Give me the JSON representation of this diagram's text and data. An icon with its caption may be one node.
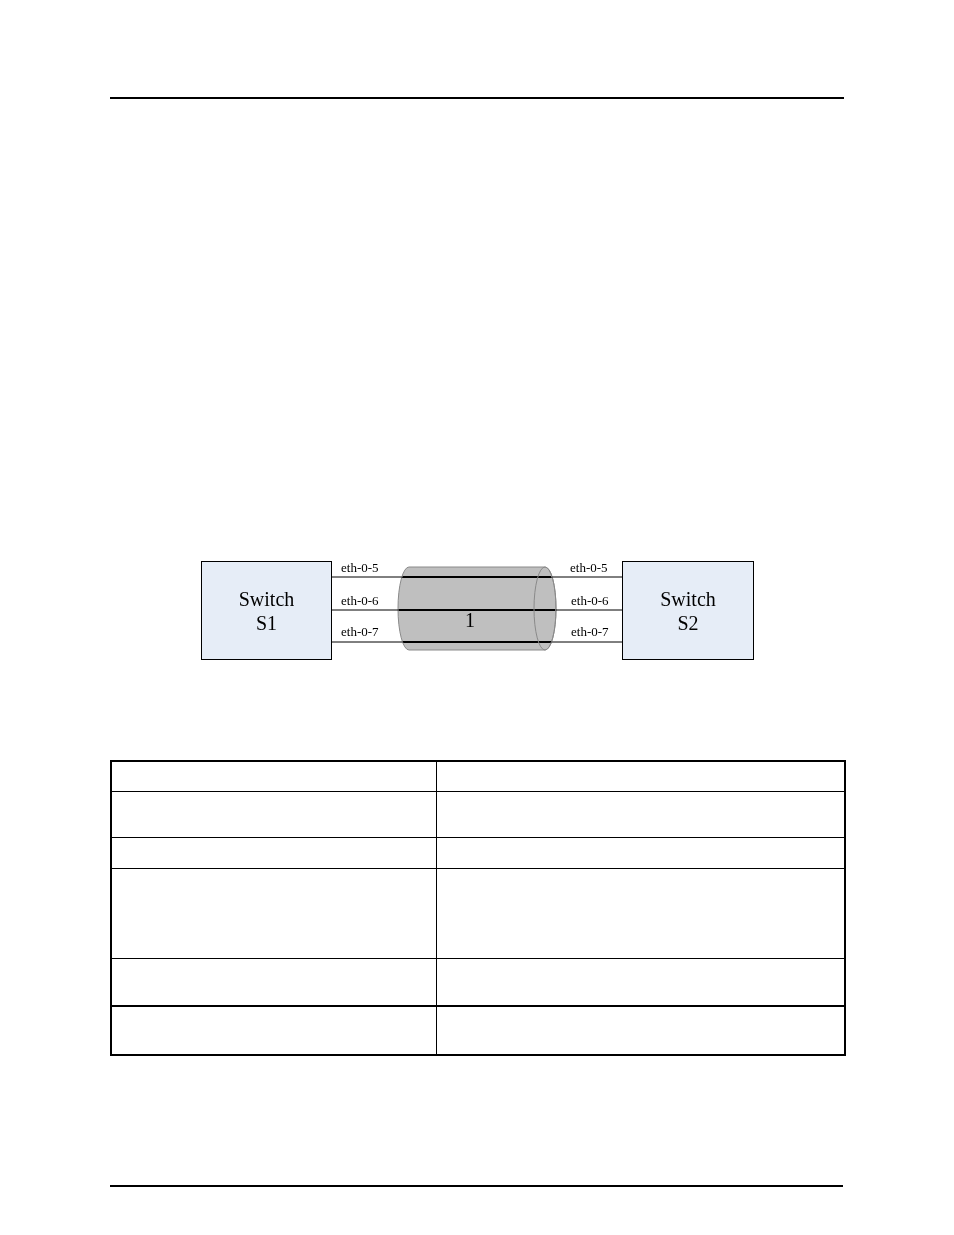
{
  "diagram": {
    "nodes": [
      {
        "text": [
          "Switch S1"
        ]
      },
      {
        "text": [
          "1"
        ]
      },
      {
        "text": [
          "Switch S2"
        ]
      }
    ],
    "edges": [
      {
        "from": 0,
        "to": 1,
        "arrow": "none"
      },
      {
        "from": 1,
        "to": 2,
        "arrow": "none"
      },
      {
        "from": 0,
        "to": 1,
        "arrow": "none"
      },
      {
        "from": 1,
        "to": 2,
        "arrow": "none"
      },
      {
        "from": 0,
        "to": 1,
        "arrow": "none"
      },
      {
        "from": 1,
        "to": 2,
        "arrow": "none"
      }
    ],
    "labels": [
      "eth-0-5",
      "eth-0-5",
      "eth-0-6",
      "eth-0-6",
      "eth-0-7",
      "eth-0-7"
    ]
  }
}
